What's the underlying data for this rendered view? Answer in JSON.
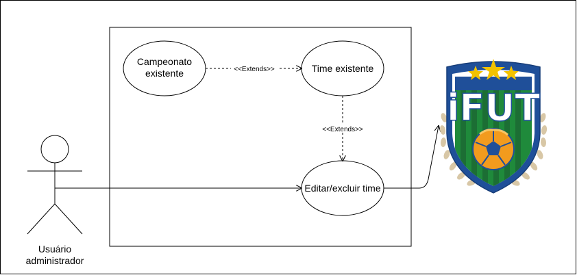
{
  "actor": {
    "label_line1": "Usuário",
    "label_line2": "administrador"
  },
  "use_cases": {
    "campeonato_line1": "Campeonato",
    "campeonato_line2": "existente",
    "time_existente": "Time existente",
    "editar_excluir": "Editar/excluir time"
  },
  "relations": {
    "extends_top": "<<Extends>>",
    "extends_vertical": "<<Extends>>"
  },
  "logo": {
    "text": "iFUT",
    "colors": {
      "blue": "#1f4f99",
      "green": "#1f8a3b",
      "yellow": "#f2c200",
      "gold": "#d8c7a6",
      "ball_orange": "#f29b1e"
    }
  }
}
